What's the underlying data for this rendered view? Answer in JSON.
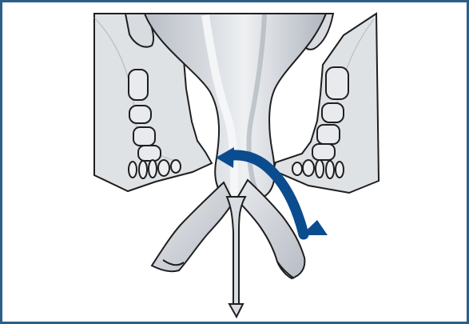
{
  "diagram": {
    "colors": {
      "frame": "#2b5f86",
      "background": "#ffffff",
      "outline": "#1f1f1f",
      "bone_fill": "#dedede",
      "vessel_fill": "#d3d6db",
      "vessel_shadow": "#aeb4bd",
      "highlight": "#f4f5f7",
      "arrow": "#0b4c8f"
    },
    "shapes": [
      "central-vessel",
      "left-bone-panel",
      "right-bone-panel",
      "left-lower-branch",
      "right-lower-branch",
      "lower-stem",
      "curved-arrow"
    ]
  }
}
